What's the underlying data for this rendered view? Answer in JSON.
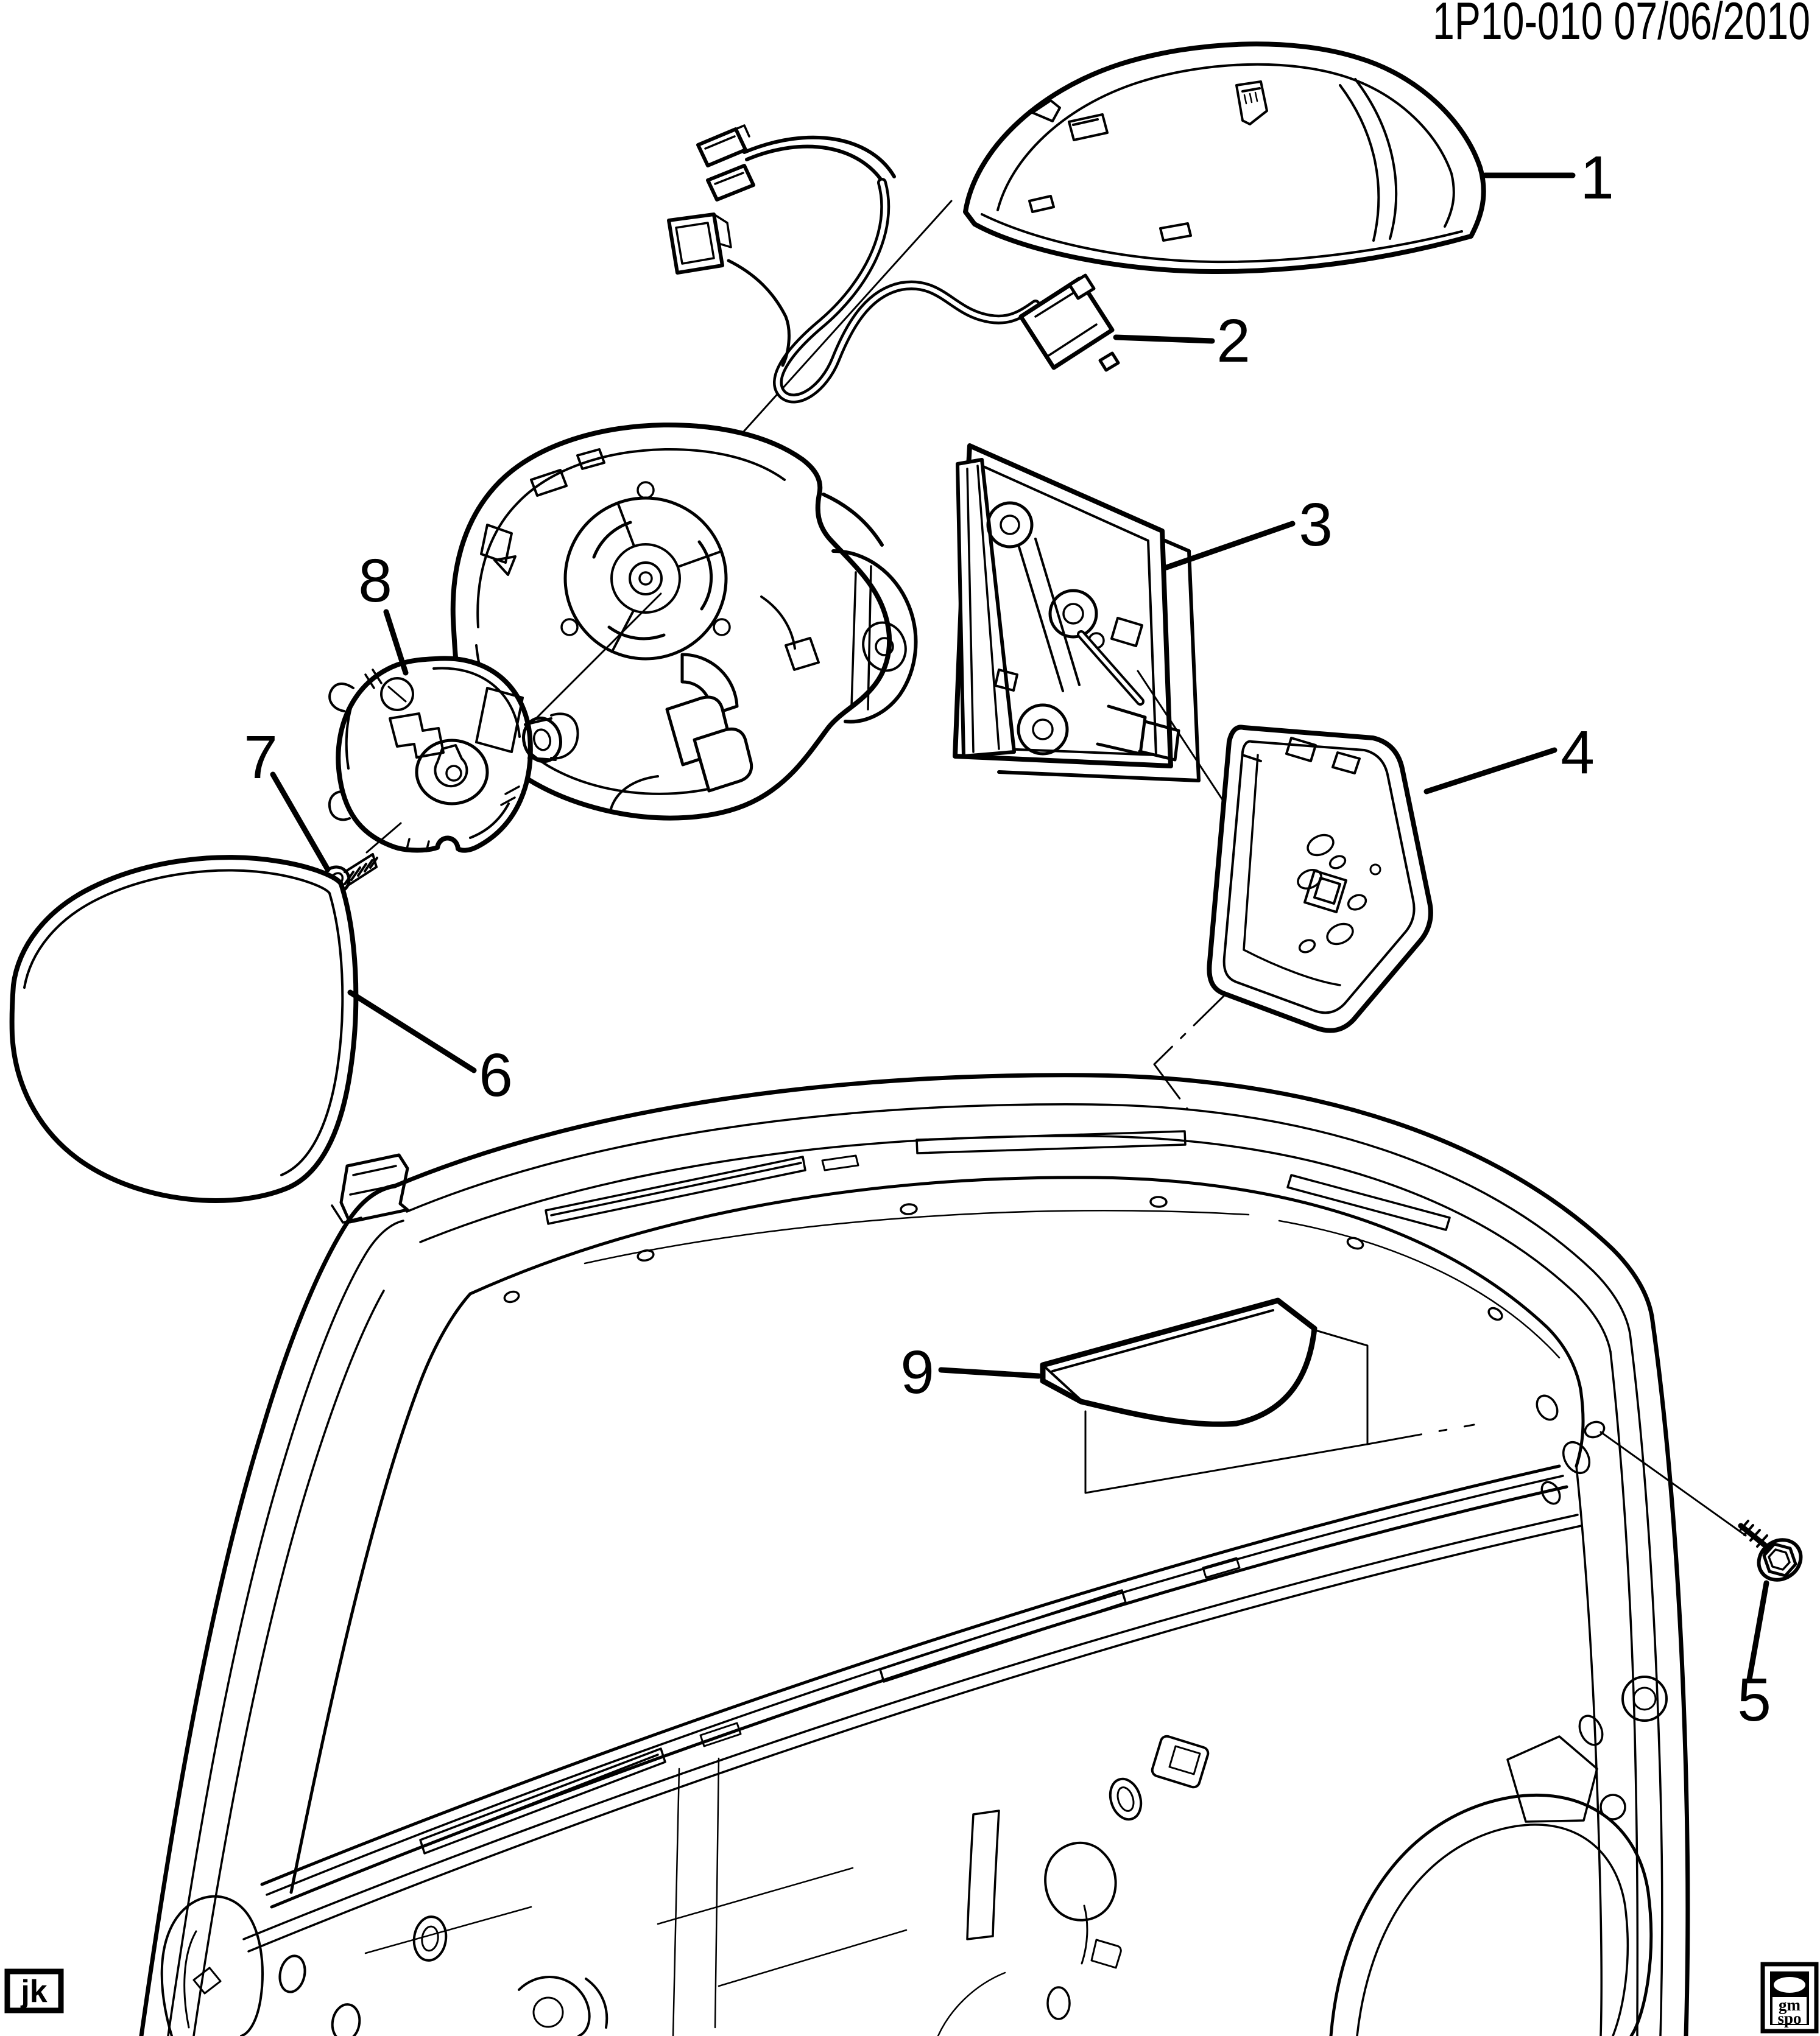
{
  "page": {
    "background": "#ffffff",
    "ink": "#000000"
  },
  "header": {
    "code_date": "1P10-010 07/06/2010"
  },
  "callouts": [
    {
      "label": "1"
    },
    {
      "label": "2"
    },
    {
      "label": "3"
    },
    {
      "label": "4"
    },
    {
      "label": "5"
    },
    {
      "label": "6"
    },
    {
      "label": "7"
    },
    {
      "label": "8"
    },
    {
      "label": "9"
    }
  ],
  "footer": {
    "initials": "jk",
    "logo": {
      "line1": "gm",
      "line2": "spo"
    }
  }
}
